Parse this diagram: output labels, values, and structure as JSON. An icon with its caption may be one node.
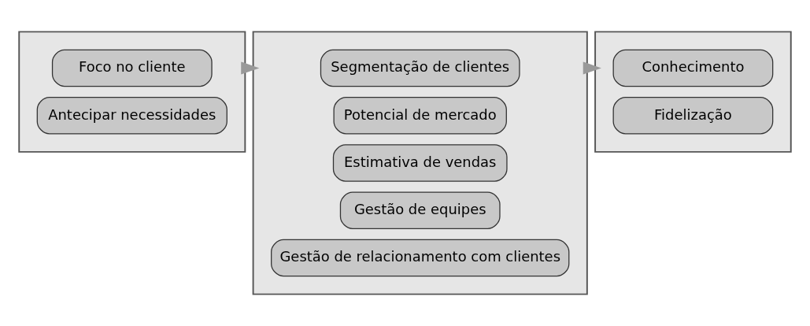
{
  "diagram": {
    "nodes": [
      {
        "text": [],
        "shape": "chevron"
      },
      {
        "text": [
          "Foco no cliente"
        ],
        "in": 0
      },
      {
        "text": [
          "Antecipar necessidades"
        ],
        "in": 0
      },
      {
        "text": [],
        "shape": "chevron"
      },
      {
        "text": [
          "Segmentação de clientes"
        ],
        "in": 3
      },
      {
        "text": [
          "Potencial de mercado"
        ],
        "in": 3
      },
      {
        "text": [
          "Estimativa de vendas"
        ],
        "in": 3
      },
      {
        "text": [
          "Gestão de equipes"
        ],
        "in": 3
      },
      {
        "text": [
          "Gestão de relacionamento com clientes"
        ],
        "in": 3
      },
      {
        "text": [],
        "shape": "chevron"
      },
      {
        "text": [
          "Conhecimento"
        ],
        "in": 9
      },
      {
        "text": [
          "Fidelização"
        ],
        "in": 9
      }
    ],
    "edges": [
      {
        "from": 0,
        "to": 3,
        "arrow": "to"
      },
      {
        "from": 3,
        "to": 9,
        "arrow": "to"
      }
    ]
  }
}
